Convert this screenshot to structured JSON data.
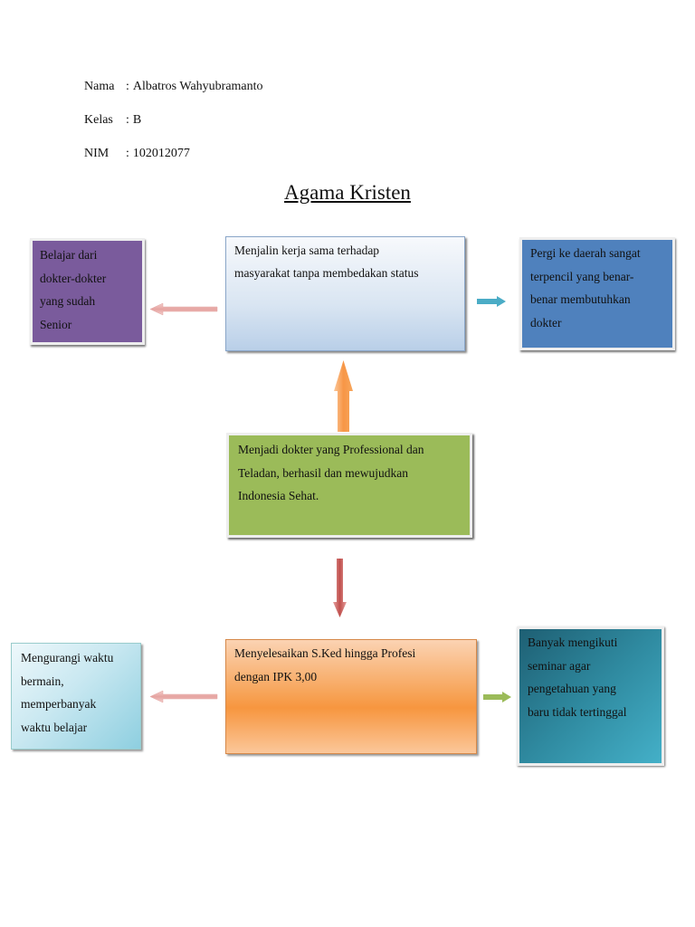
{
  "header": {
    "nama_label": "Nama",
    "nama_value": "Albatros Wahyubramanto",
    "kelas_label": "Kelas",
    "kelas_value": "B",
    "nim_label": "NIM",
    "nim_value": "102012077",
    "separator": ":"
  },
  "title": "Agama Kristen",
  "boxes": {
    "purple": [
      "Belajar dari",
      "dokter-dokter",
      "yang sudah",
      "Senior"
    ],
    "top_center": [
      "Menjalin kerja sama terhadap",
      "masyarakat tanpa membedakan status"
    ],
    "blue": [
      "Pergi ke daerah sangat",
      "terpencil yang benar-",
      "benar membutuhkan",
      "dokter"
    ],
    "green": [
      "Menjadi dokter yang Professional dan",
      "Teladan, berhasil dan mewujudkan",
      "Indonesia Sehat."
    ],
    "lightblue": [
      "Mengurangi waktu",
      "bermain,",
      "memperbanyak",
      "waktu belajar"
    ],
    "orange": [
      "Menyelesaikan S.Ked hingga Profesi",
      "dengan IPK 3,00"
    ],
    "teal": [
      "Banyak mengikuti",
      "seminar agar",
      "pengetahuan yang",
      "baru tidak tertinggal"
    ]
  },
  "colors": {
    "purple": "#7a5b9c",
    "blue": "#4f81bd",
    "green": "#9bbb59",
    "orange": "#f7963f",
    "teal": "#2f8aa0",
    "arrow_up": "#f79646",
    "arrow_down": "#c0504d",
    "arrow_left": "#e6a3a0",
    "arrow_right_blue": "#4bacc6",
    "arrow_right_green": "#9bbb59"
  }
}
